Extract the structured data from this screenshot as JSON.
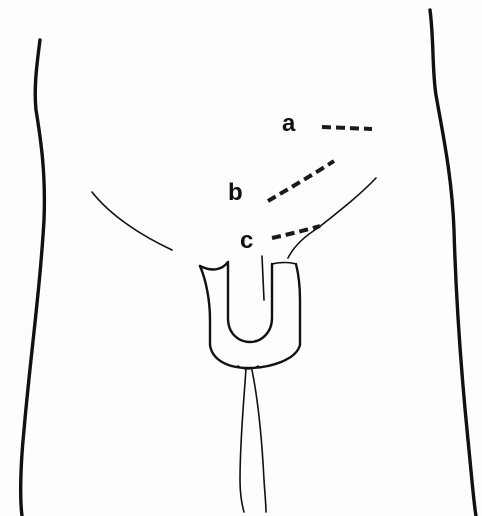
{
  "labels": {
    "a": "a",
    "b": "b",
    "c": "c"
  },
  "colors": {
    "ink": "#111111",
    "paper": "#fdfdfd"
  }
}
